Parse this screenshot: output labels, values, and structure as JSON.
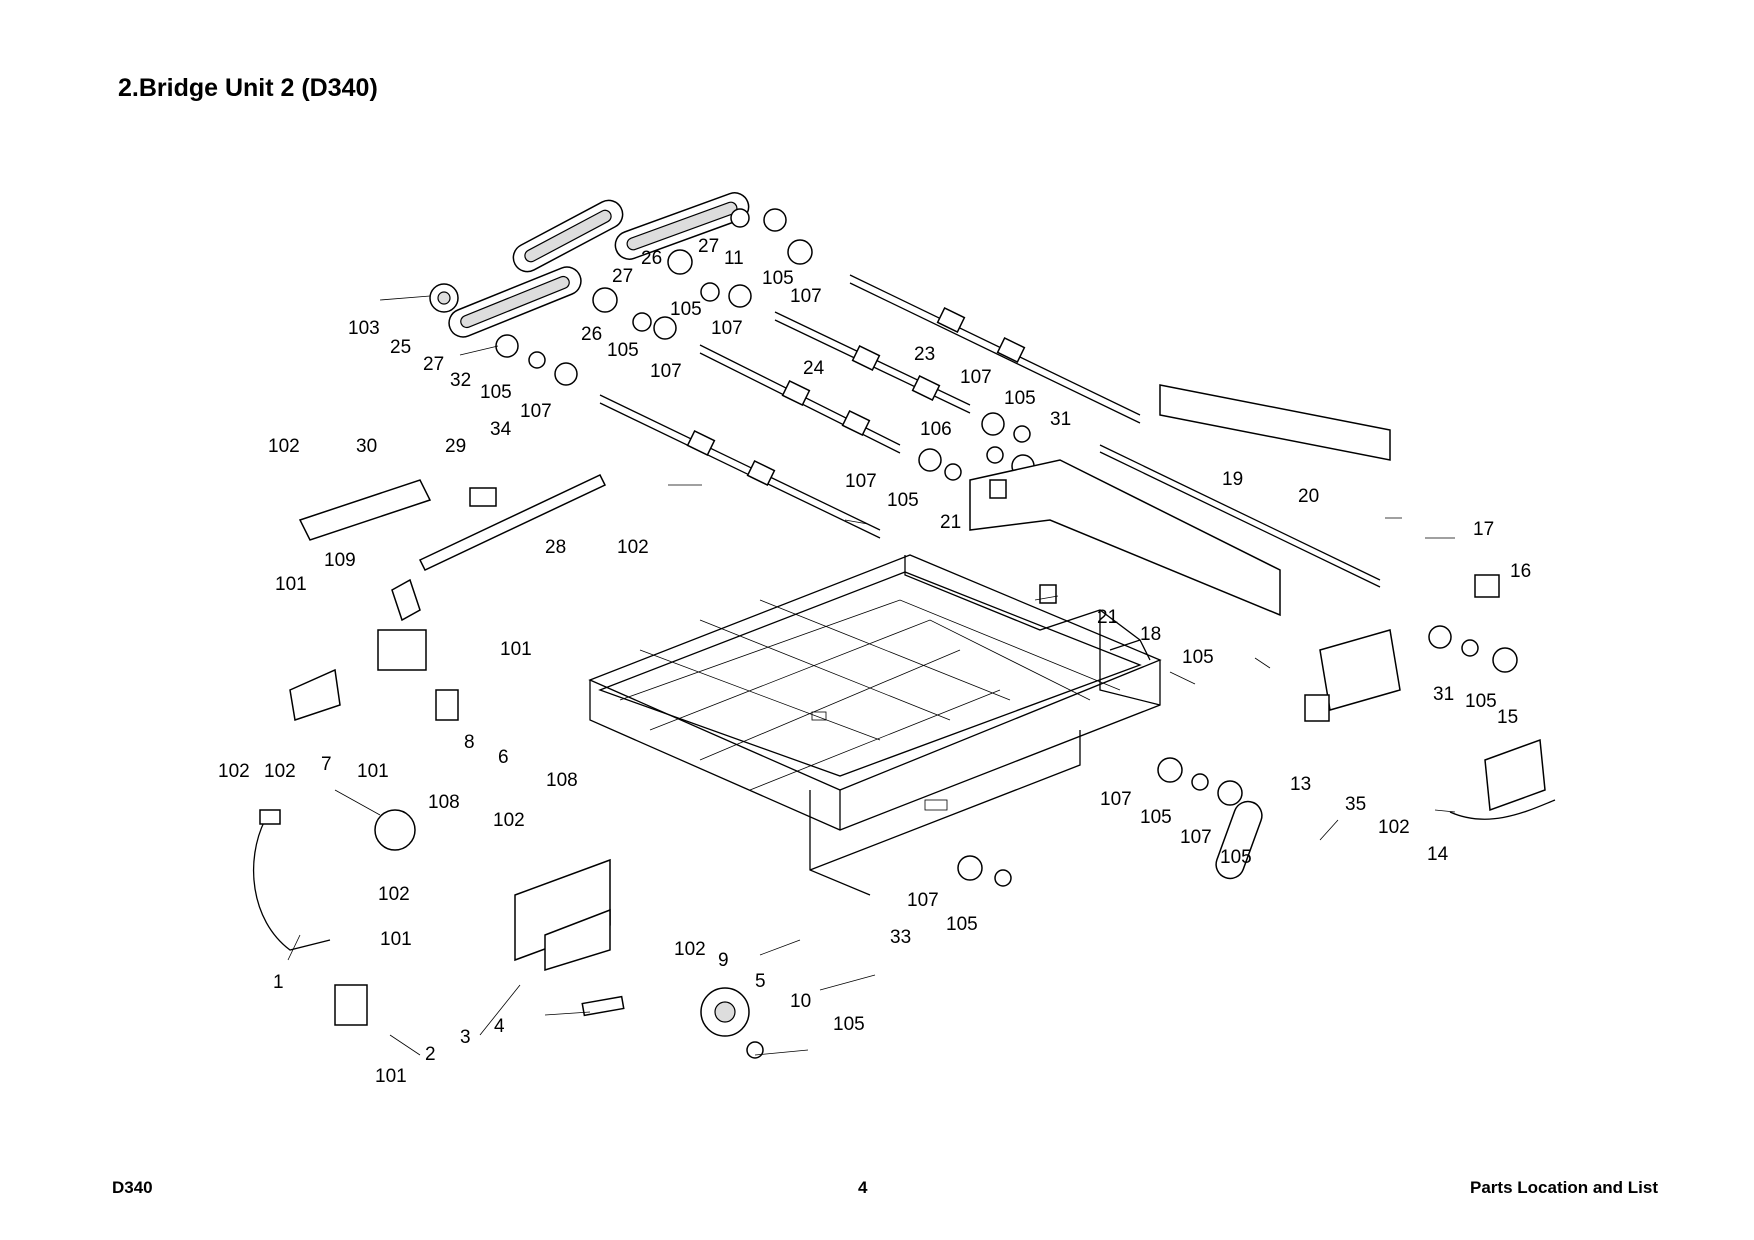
{
  "title": "2.Bridge Unit 2 (D340)",
  "footer": {
    "left": "D340",
    "center": "4",
    "right": "Parts Location and List"
  },
  "callouts": [
    "1",
    "2",
    "3",
    "4",
    "5",
    "6",
    "7",
    "8",
    "9",
    "10",
    "11",
    "13",
    "14",
    "15",
    "16",
    "17",
    "18",
    "19",
    "20",
    "21",
    "21",
    "23",
    "24",
    "25",
    "26",
    "26",
    "27",
    "27",
    "27",
    "28",
    "29",
    "30",
    "31",
    "31",
    "32",
    "33",
    "34",
    "35",
    "101",
    "101",
    "101",
    "101",
    "101",
    "102",
    "102",
    "102",
    "102",
    "102",
    "102",
    "102",
    "102",
    "103",
    "105",
    "105",
    "105",
    "105",
    "105",
    "105",
    "105",
    "105",
    "105",
    "105",
    "105",
    "105",
    "106",
    "107",
    "107",
    "107",
    "107",
    "107",
    "107",
    "107",
    "107",
    "107",
    "108",
    "108",
    "109"
  ]
}
